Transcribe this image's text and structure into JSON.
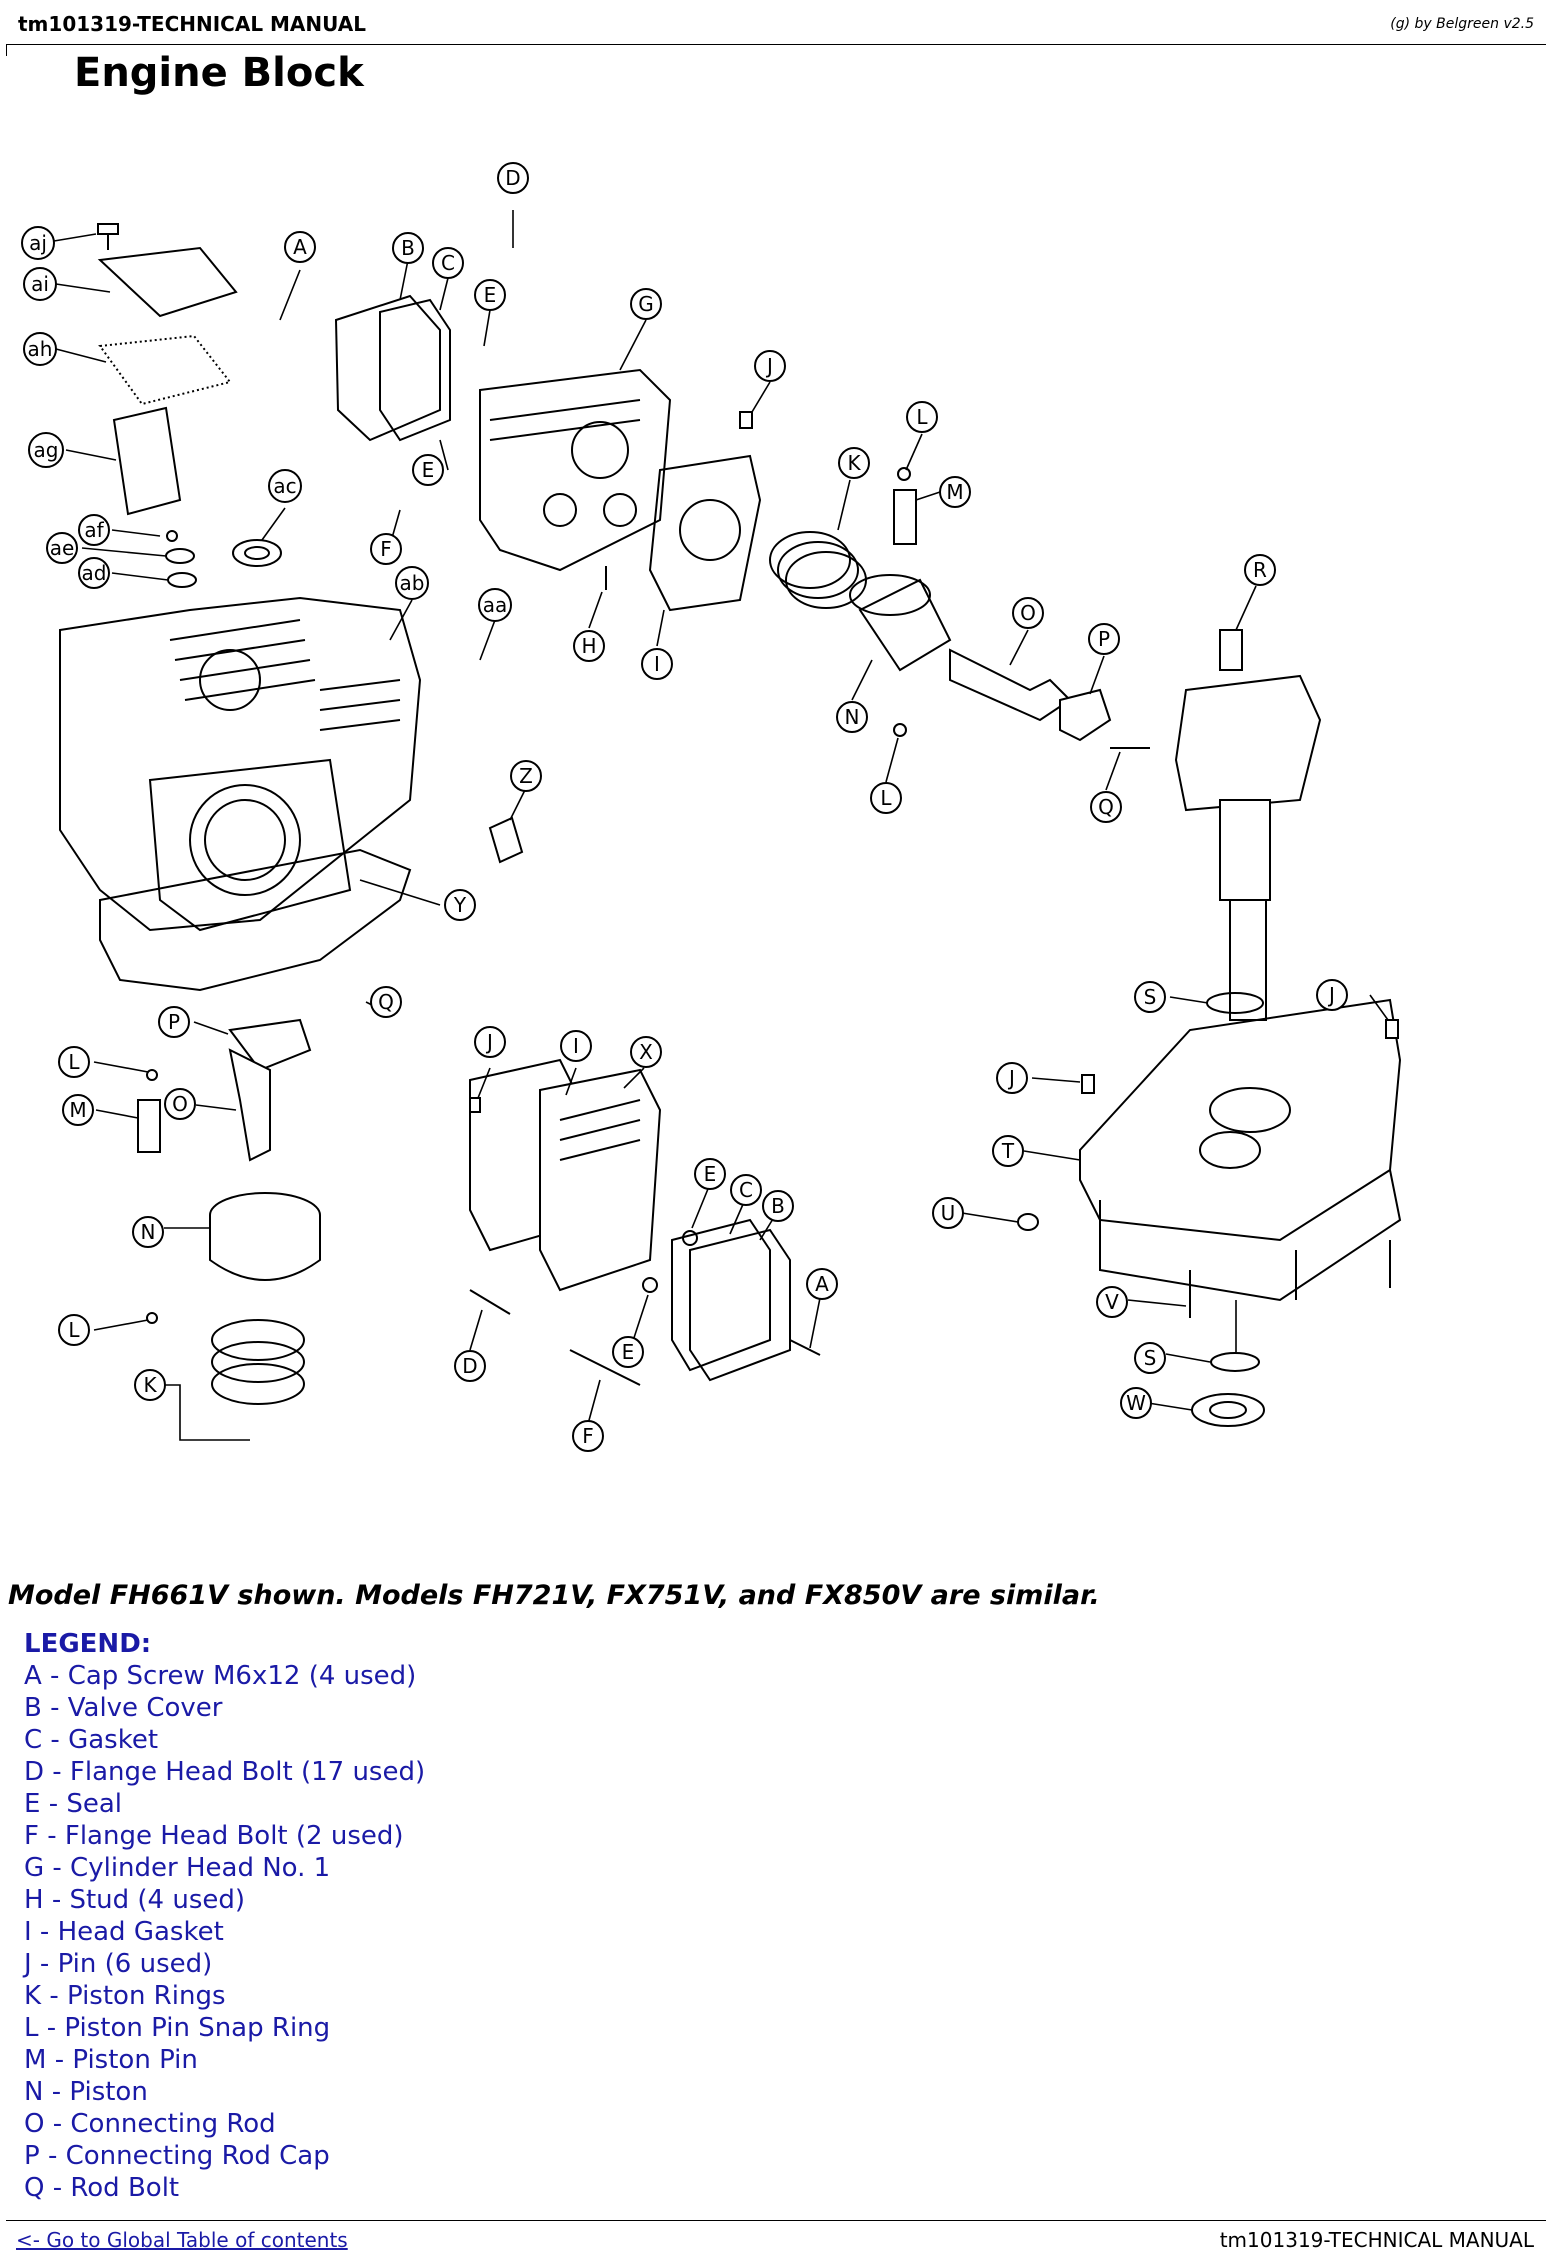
{
  "header": {
    "left": "tm101319-TECHNICAL MANUAL",
    "right": "(g) by Belgreen v2.5"
  },
  "title": "Engine Block",
  "callouts": {
    "aj": "aj",
    "ai": "ai",
    "ah": "ah",
    "ag": "ag",
    "af": "af",
    "ae": "ae",
    "ad": "ad",
    "ac": "ac",
    "ab": "ab",
    "aa": "aa",
    "A": "A",
    "B": "B",
    "C": "C",
    "D": "D",
    "E": "E",
    "F": "F",
    "G": "G",
    "H": "H",
    "I": "I",
    "J": "J",
    "K": "K",
    "L": "L",
    "M": "M",
    "N": "N",
    "O": "O",
    "P": "P",
    "Q": "Q",
    "R": "R",
    "S": "S",
    "T": "T",
    "U": "U",
    "V": "V",
    "W": "W",
    "X": "X",
    "Y": "Y",
    "Z": "Z"
  },
  "caption": "Model FH661V shown. Models FH721V, FX751V, and FX850V are similar.",
  "legend": {
    "title": "LEGEND:",
    "items": [
      "A - Cap Screw M6x12 (4 used)",
      "B - Valve Cover",
      "C - Gasket",
      "D - Flange Head Bolt (17 used)",
      "E - Seal",
      "F - Flange Head Bolt (2 used)",
      "G - Cylinder Head No. 1",
      "H - Stud (4 used)",
      "I - Head Gasket",
      "J - Pin (6 used)",
      "K - Piston Rings",
      "L - Piston Pin Snap Ring",
      "M - Piston Pin",
      "N - Piston",
      "O - Connecting Rod",
      "P - Connecting Rod Cap",
      "Q - Rod Bolt"
    ]
  },
  "footer": {
    "link": "<- Go to Global Table of contents",
    "right": "tm101319-TECHNICAL MANUAL"
  }
}
